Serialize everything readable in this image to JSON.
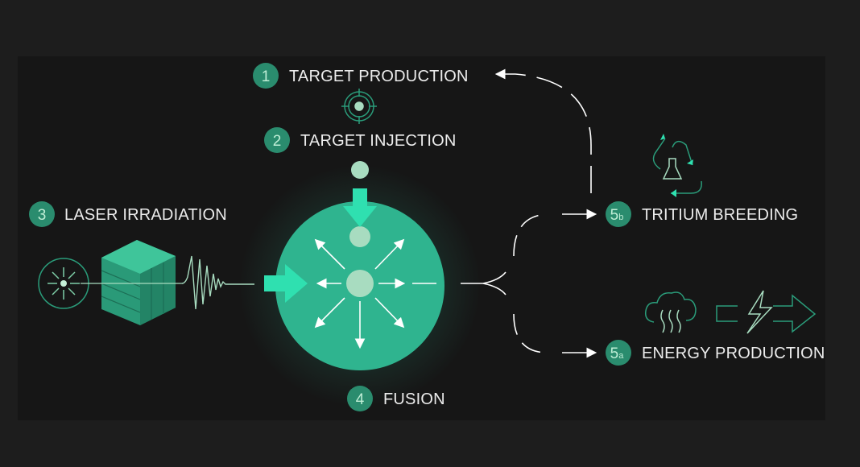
{
  "steps": [
    {
      "num": "1",
      "sub": "",
      "label": "TARGET PRODUCTION"
    },
    {
      "num": "2",
      "sub": "",
      "label": "TARGET INJECTION"
    },
    {
      "num": "3",
      "sub": "",
      "label": "LASER IRRADIATION"
    },
    {
      "num": "4",
      "sub": "",
      "label": "FUSION"
    },
    {
      "num": "5",
      "sub": "b",
      "label": "TRITIUM BREEDING"
    },
    {
      "num": "5",
      "sub": "a",
      "label": "ENERGY PRODUCTION"
    }
  ],
  "colors": {
    "background": "#1d1d1d",
    "panel": "#161616",
    "badge": "#2a8c6e",
    "fusion": "#2fb48f",
    "accent": "#2fe0b0",
    "icon_line": "#2a9c7a",
    "pale": "#a8dcc0",
    "arrow": "#f2f2f2"
  }
}
